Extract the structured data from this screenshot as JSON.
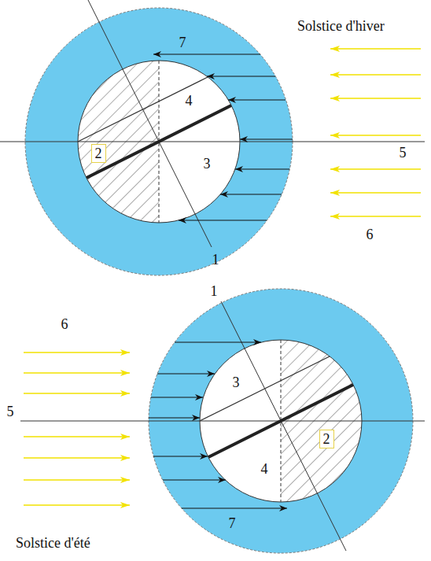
{
  "diagram": {
    "nodes": [
      {
        "text": [
          "2"
        ]
      },
      {
        "text": [
          "2"
        ]
      }
    ],
    "labels": [
      "Solstice d'hiver",
      "7",
      "4",
      "3",
      "5",
      "6",
      "1",
      "1",
      "6",
      "5",
      "3",
      "4",
      "7",
      "Solstice d'été"
    ]
  }
}
